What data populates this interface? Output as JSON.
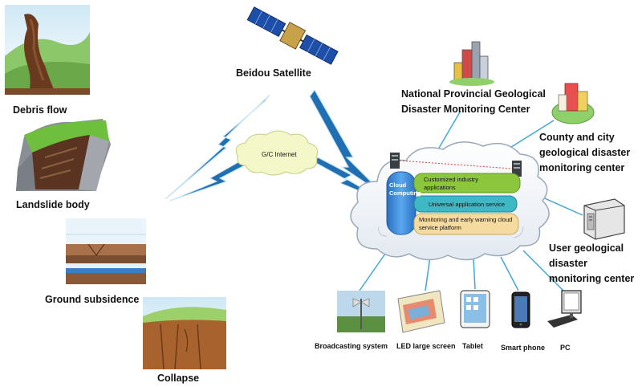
{
  "hazards": {
    "debris_flow": "Debris flow",
    "landslide_body": "Landslide body",
    "ground_subsidence": "Ground subsidence",
    "collapse": "Collapse"
  },
  "satellite_label": "Beidou Satellite",
  "internet_label": "G/C Internet",
  "national_center": [
    "National Provincial Geological",
    "Disaster Monitoring Center"
  ],
  "county_center": [
    "County and city",
    "geological disaster",
    "monitoring center"
  ],
  "user_center": [
    "User geological",
    "disaster",
    "monitoring center"
  ],
  "cloud": {
    "computing_label": [
      "Cloud",
      "Computing"
    ],
    "bands": [
      {
        "label": [
          "Customized industry",
          "applications"
        ],
        "color": "#8cc63f"
      },
      {
        "label": [
          "Universal application service"
        ],
        "color": "#3fb8c6"
      },
      {
        "label": [
          "Monitoring and early warning cloud",
          "service platform"
        ],
        "color": "#f5dba0"
      }
    ],
    "pillar_color": "#3a86d6"
  },
  "terminals": {
    "broadcasting": "Broadcasting system",
    "led": "LED large screen",
    "tablet": "Tablet",
    "phone": "Smart phone",
    "pc": "PC"
  },
  "colors": {
    "lightning": "#1f6fb2",
    "cloud_edge": "#9aa8b8"
  }
}
